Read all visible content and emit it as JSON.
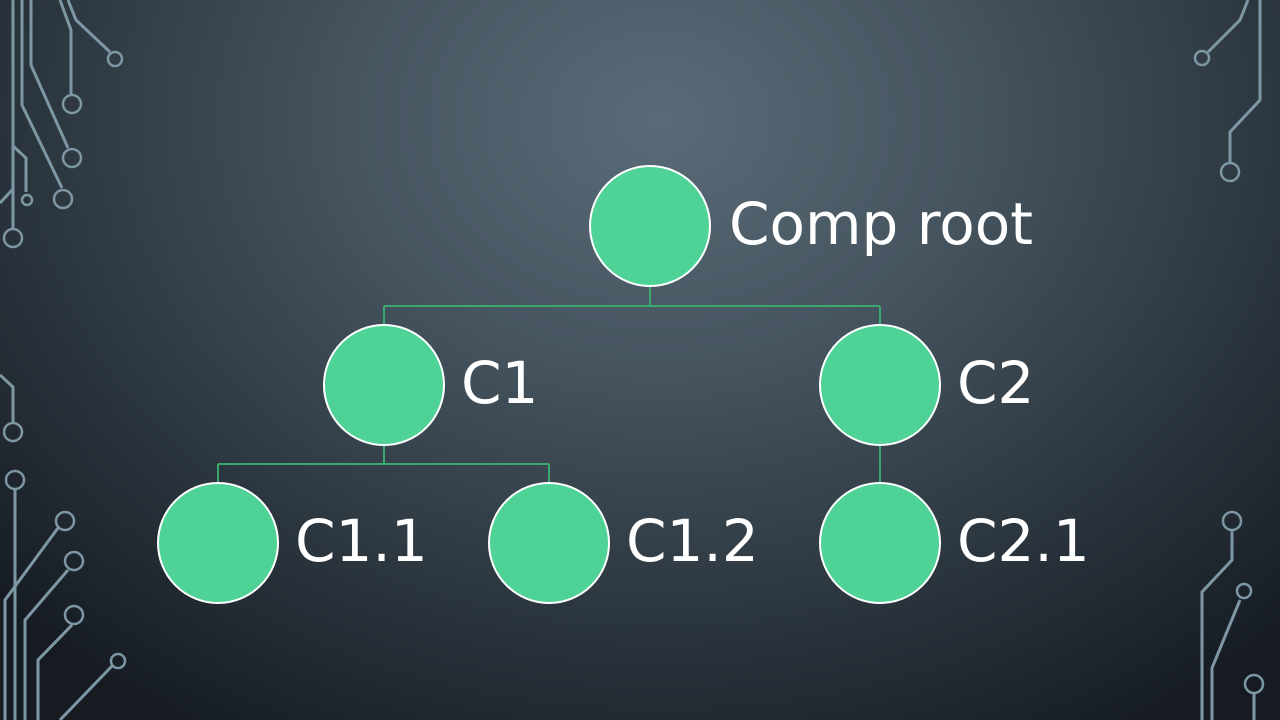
{
  "colors": {
    "node_fill": "#4fd295",
    "connector": "#3aa76d",
    "label": "#ffffff"
  },
  "diagram": {
    "type": "tree",
    "nodes": [
      {
        "id": "root",
        "label": "Comp root",
        "parent": null
      },
      {
        "id": "c1",
        "label": "C1",
        "parent": "root"
      },
      {
        "id": "c2",
        "label": "C2",
        "parent": "root"
      },
      {
        "id": "c11",
        "label": "C1.1",
        "parent": "c1"
      },
      {
        "id": "c12",
        "label": "C1.2",
        "parent": "c1"
      },
      {
        "id": "c21",
        "label": "C2.1",
        "parent": "c2"
      }
    ]
  }
}
